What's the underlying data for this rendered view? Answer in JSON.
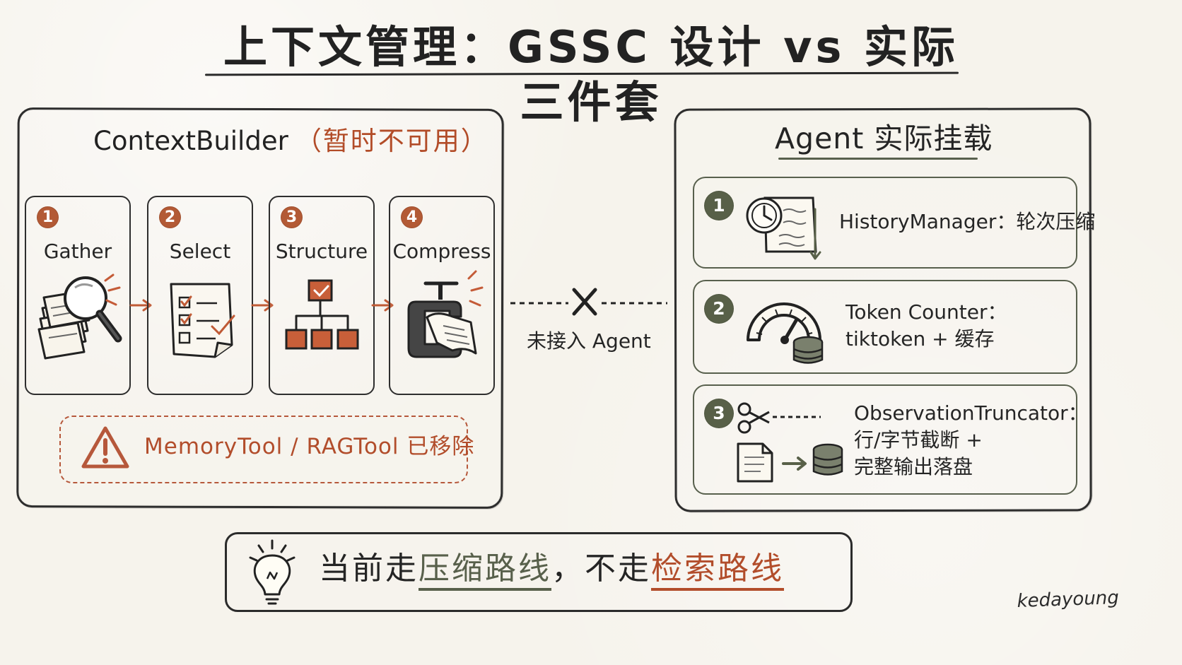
{
  "title": "上下文管理：GSSC 设计 vs 实际三件套",
  "left_panel": {
    "title_main": "ContextBuilder",
    "title_note": "（暂时不可用）",
    "steps": [
      {
        "number": "1",
        "label": "Gather",
        "icon": "magnifier-papers-icon"
      },
      {
        "number": "2",
        "label": "Select",
        "icon": "checklist-icon"
      },
      {
        "number": "3",
        "label": "Structure",
        "icon": "hierarchy-icon"
      },
      {
        "number": "4",
        "label": "Compress",
        "icon": "clamp-compress-icon"
      }
    ],
    "warning": "MemoryTool / RAGTool 已移除"
  },
  "connector": {
    "label": "未接入 Agent"
  },
  "right_panel": {
    "title": "Agent 实际挂载",
    "items": [
      {
        "number": "1",
        "line1": "HistoryManager：轮次压缩",
        "line2": "",
        "line3": "",
        "icon": "history-document-icon"
      },
      {
        "number": "2",
        "line1": "Token Counter：",
        "line2": "tiktoken + 缓存",
        "line3": "",
        "icon": "gauge-database-icon"
      },
      {
        "number": "3",
        "line1": "ObservationTruncator：",
        "line2": "行/字节截断 +",
        "line3": "完整输出落盘",
        "icon": "scissors-document-database-icon"
      }
    ]
  },
  "bottom": {
    "prefix": "当前走",
    "green_phrase": "压缩路线",
    "middle": "，不走",
    "orange_phrase": "检索路线",
    "icon": "lightbulb-icon"
  },
  "signature": "kedayoung",
  "colors": {
    "background": "#f6f3ec",
    "ink": "#252525",
    "orange": "#b35a35",
    "green": "#586048"
  }
}
